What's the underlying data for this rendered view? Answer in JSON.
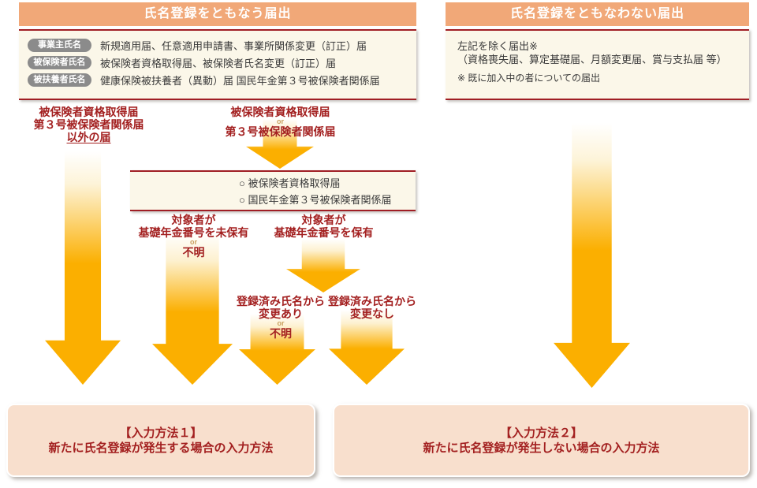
{
  "colors": {
    "header_bg": "#F1A878",
    "box_bg": "#FBF7E9",
    "red_line": "#A01E24",
    "red_text": "#A32020",
    "arrow_gold": "#FBAF00",
    "pill_bg": "#8B8B8B",
    "result_bg": "#F8DFCD",
    "body_text": "#3A3A3A"
  },
  "headers": {
    "with_registration": "氏名登録をともなう届出",
    "without_registration": "氏名登録をともなわない届出"
  },
  "left_box": {
    "rows": [
      {
        "pill": "事業主氏名",
        "text": "新規適用届、任意適用申請書、事業所関係変更（訂正）届"
      },
      {
        "pill": "被保険者氏名",
        "text": "被保険者資格取得届、被保険者氏名変更（訂正）届"
      },
      {
        "pill": "被扶養者氏名",
        "text": "健康保険被扶養者（異動）届 国民年金第３号被保険者関係届"
      }
    ]
  },
  "right_box": {
    "line1": "左記を除く届出※",
    "line2": "（資格喪失届、算定基礎届、月額変更届、賞与支払届 等）",
    "note": "※ 既に加入中の者についての届出"
  },
  "labels": {
    "other_docs": {
      "l1": "被保険者資格取得届",
      "l2": "第３号被保険者関係届",
      "l3": "以外の届"
    },
    "acq_docs": {
      "l1": "被保険者資格取得届",
      "or": "or",
      "l2": "第３号被保険者関係届"
    },
    "no_number": {
      "l1": "対象者が",
      "l2": "基礎年金番号を未保有",
      "or": "or",
      "l3": "不明"
    },
    "has_number": {
      "l1": "対象者が",
      "l2": "基礎年金番号を保有"
    },
    "name_changed": {
      "l1": "登録済み氏名から",
      "l2": "変更あり",
      "or": "or",
      "l3": "不明"
    },
    "name_unchanged": {
      "l1": "登録済み氏名から",
      "l2": "変更なし"
    }
  },
  "middle_box": {
    "item1": "○ 被保険者資格取得届",
    "item2": "○ 国民年金第３号被保険者関係届"
  },
  "results": {
    "method1": {
      "title": "【入力方法１】",
      "subtitle": "新たに氏名登録が発生する場合の入力方法"
    },
    "method2": {
      "title": "【入力方法２】",
      "subtitle": "新たに氏名登録が発生しない場合の入力方法"
    }
  }
}
